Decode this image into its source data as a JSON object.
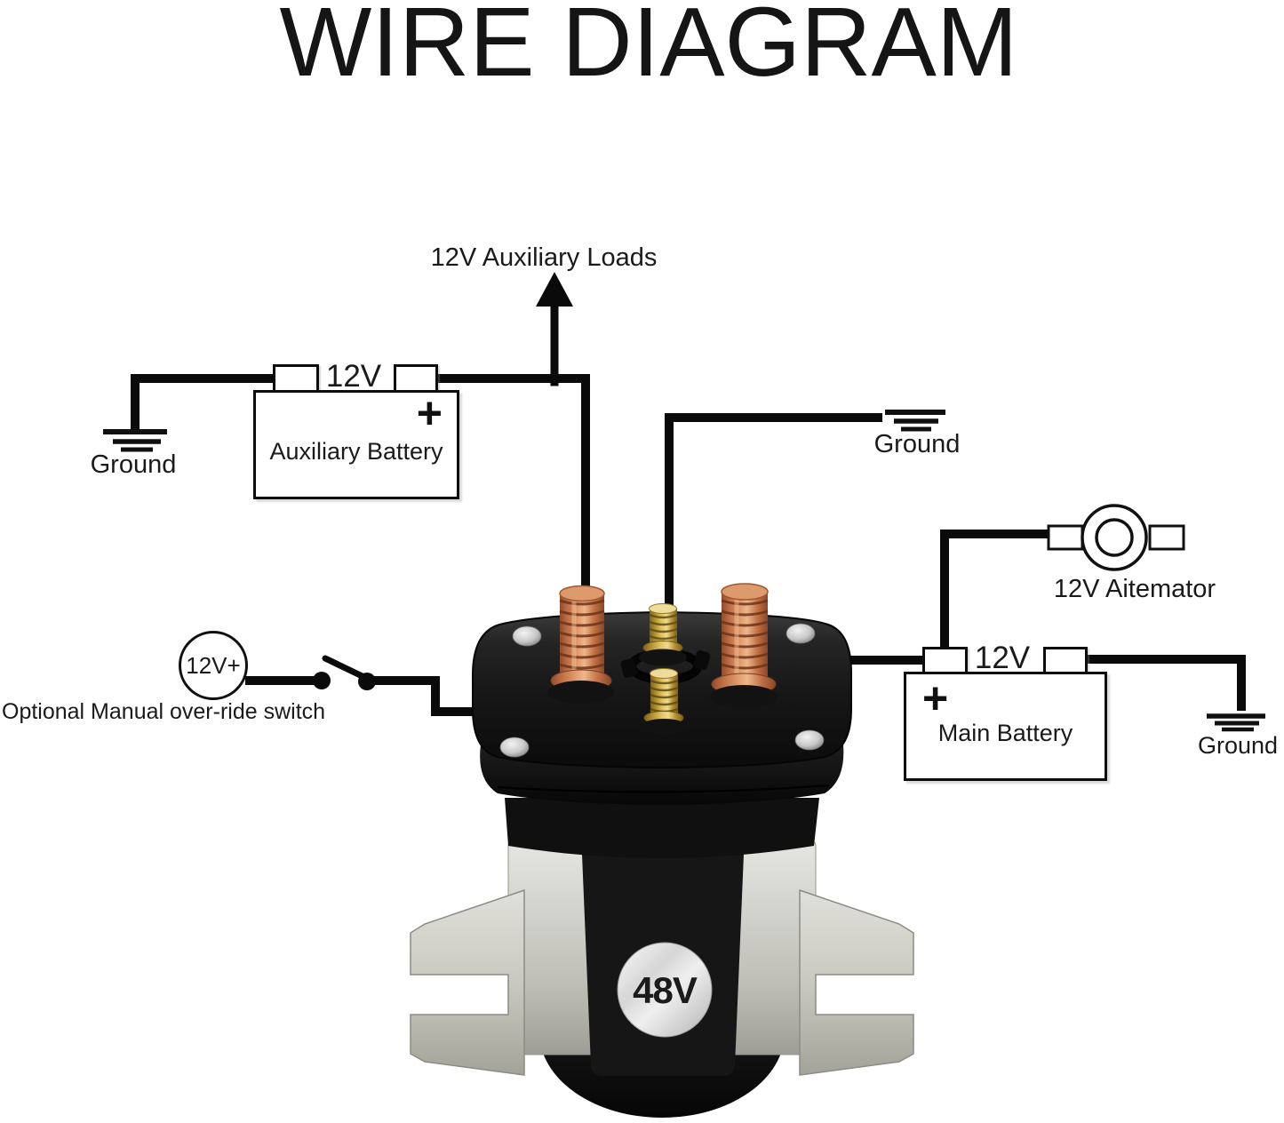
{
  "title": "WIRE DIAGRAM",
  "labels": {
    "aux_loads": "12V Auxiliary Loads"
  },
  "aux_battery": {
    "terminal_voltage": "12V",
    "name": "Auxiliary Battery",
    "polarity": "+"
  },
  "main_battery": {
    "terminal_voltage": "12V",
    "name": "Main Battery",
    "polarity": "+"
  },
  "alternator": {
    "label": "12V Aitemator"
  },
  "grounds": {
    "left": "Ground",
    "middle": "Ground",
    "right": "Ground"
  },
  "override_switch": {
    "source": "12V+",
    "label": "Optional Manual over-ride switch"
  },
  "solenoid": {
    "voltage_badge": "48V"
  },
  "colors": {
    "wire": "#0a0a0a",
    "copper": "#c87a4e",
    "brass": "#d9b957",
    "bracket_silver": "#c9c9c1",
    "background": "#ffffff"
  }
}
